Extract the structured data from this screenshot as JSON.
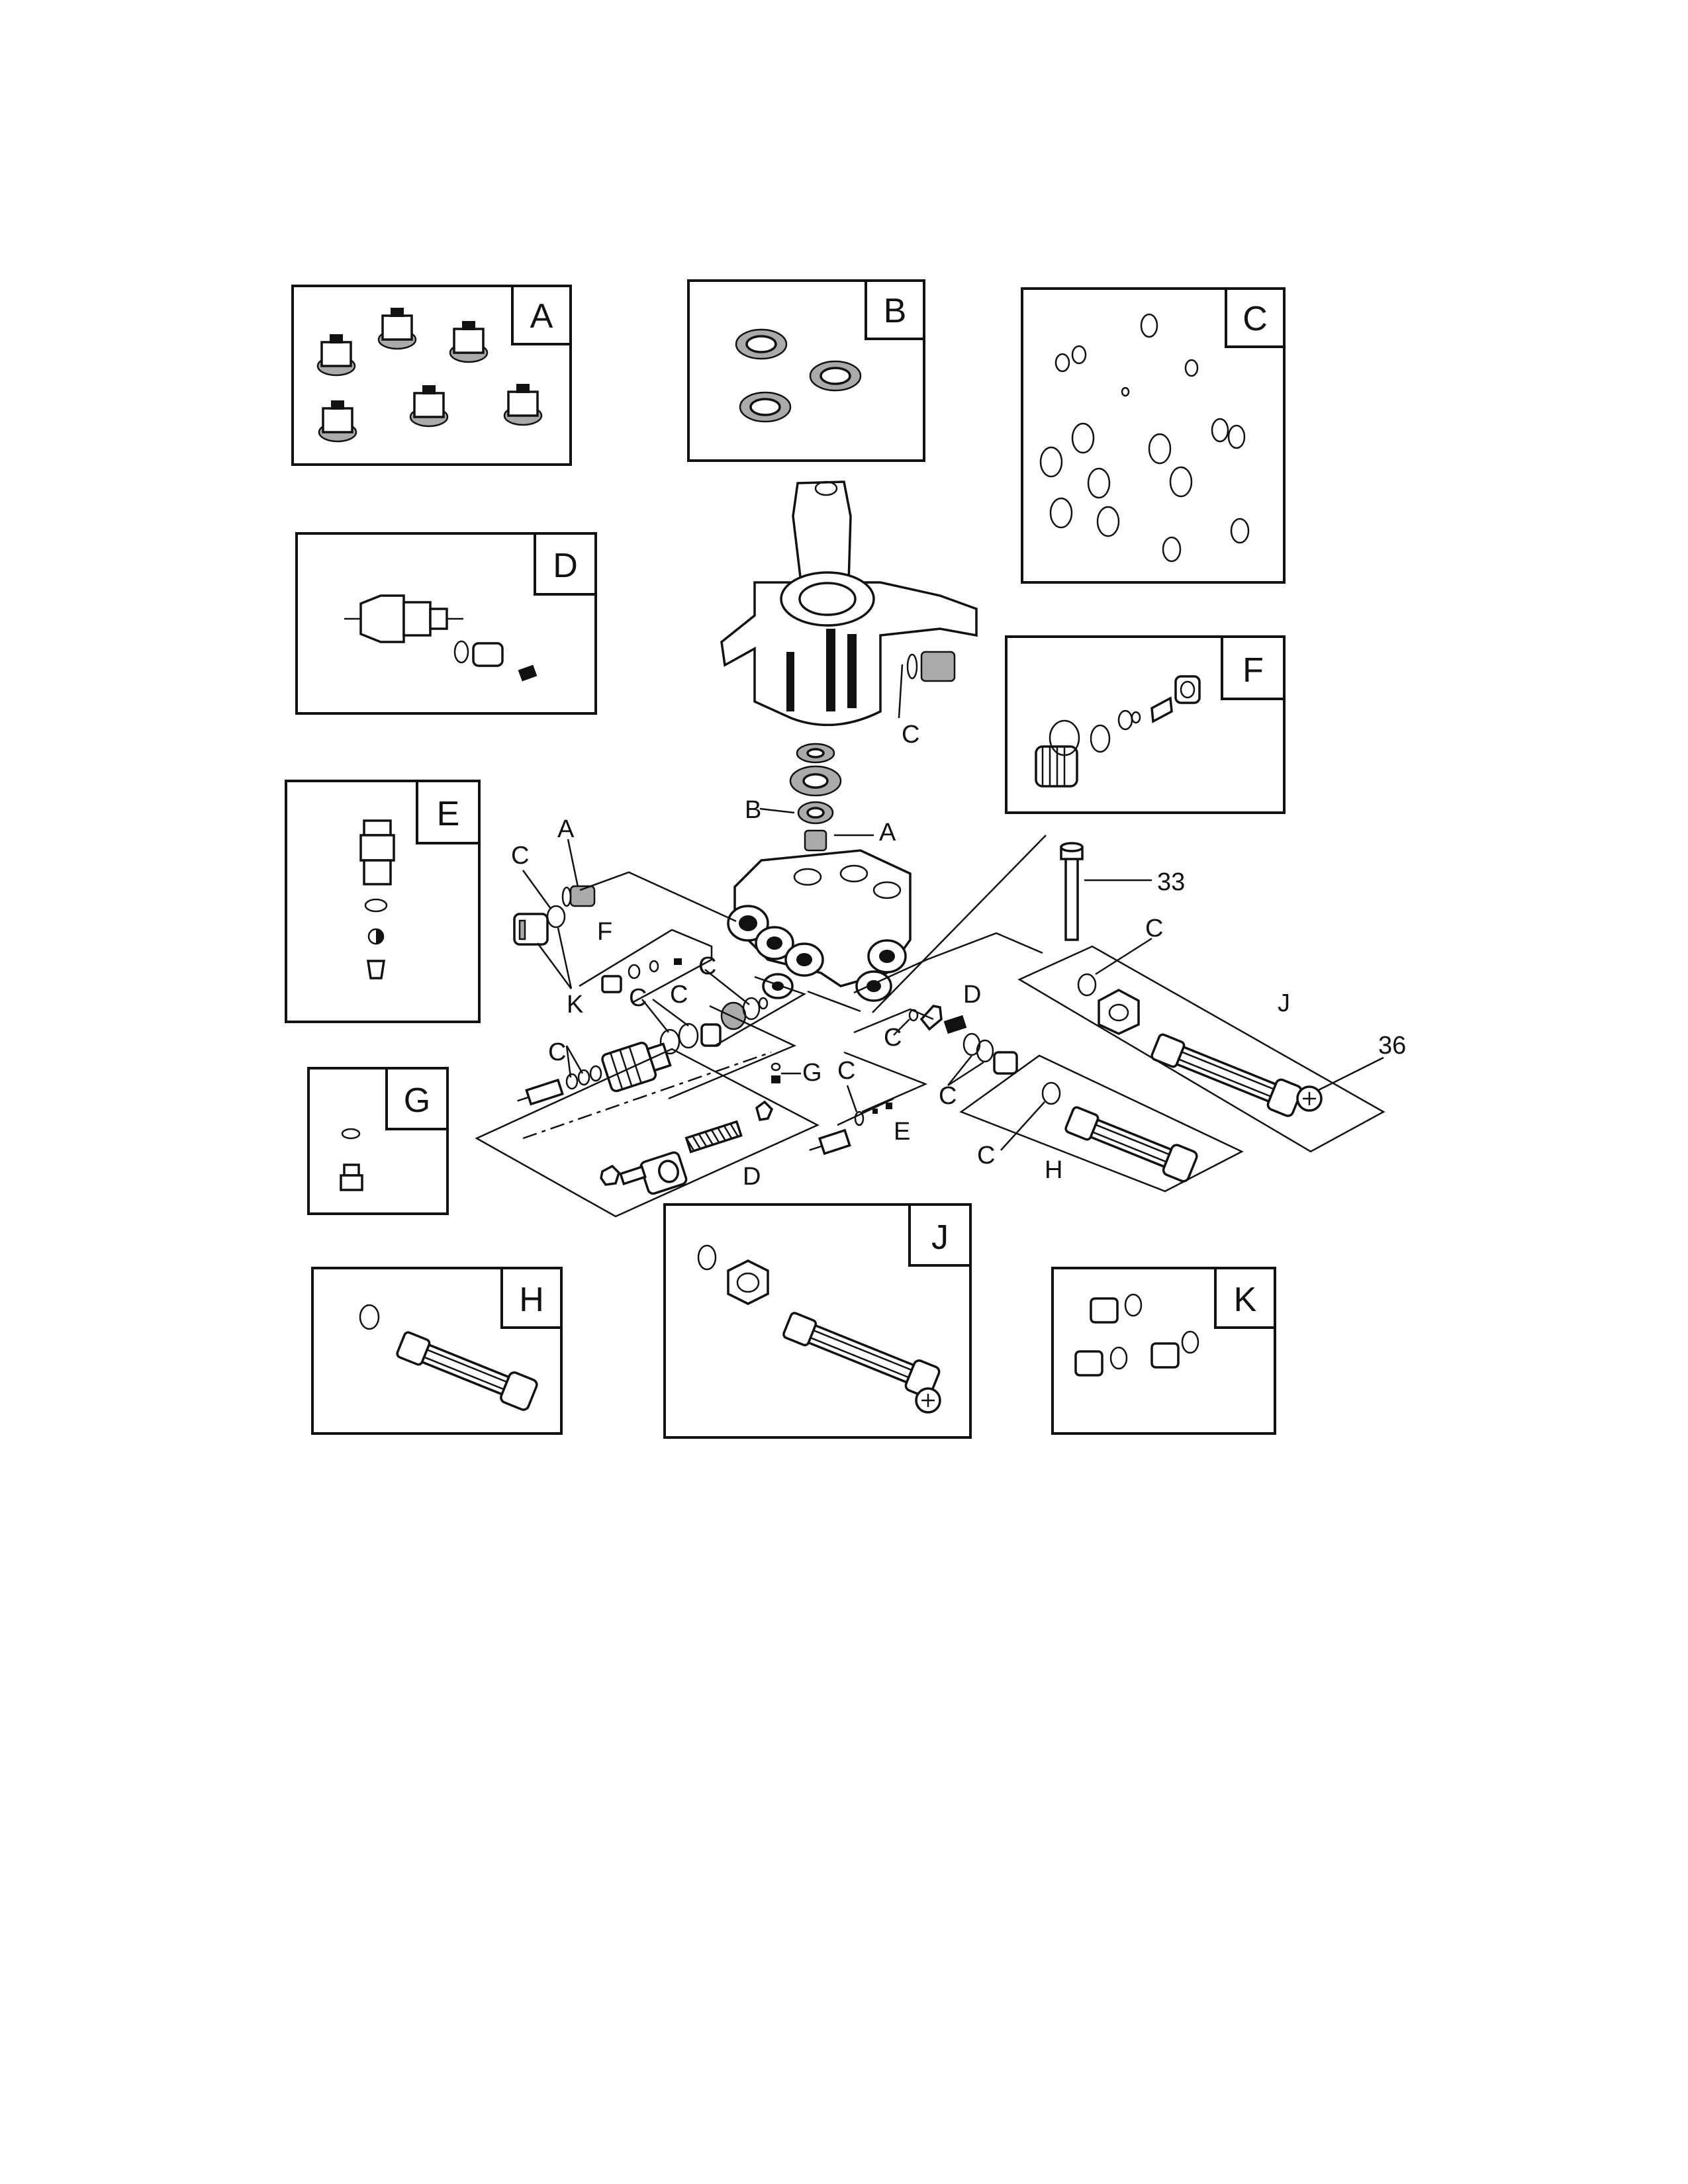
{
  "kits": {
    "a": "A",
    "b": "B",
    "c": "C",
    "d": "D",
    "e": "E",
    "f": "F",
    "g": "G",
    "h": "H",
    "j": "J",
    "k": "K"
  },
  "callouts": {
    "c_pump": "C",
    "b_seal": "B",
    "a_valve": "A",
    "a_top": "A",
    "c_left": "C",
    "k_left": "K",
    "f_mid": "F",
    "c_f": "C",
    "c_mid1": "C",
    "c_mid2": "C",
    "g_mid": "G",
    "c_lower": "C",
    "d_lower": "D",
    "c_right1": "C",
    "d_right": "D",
    "c_right2": "C",
    "c_e": "C",
    "e_mid": "E",
    "c_j": "C",
    "j_right": "J",
    "c_h": "C",
    "h_right": "H",
    "part_33": "33",
    "part_36": "36"
  },
  "colors": {
    "ink": "#111111",
    "paper": "#ffffff"
  }
}
